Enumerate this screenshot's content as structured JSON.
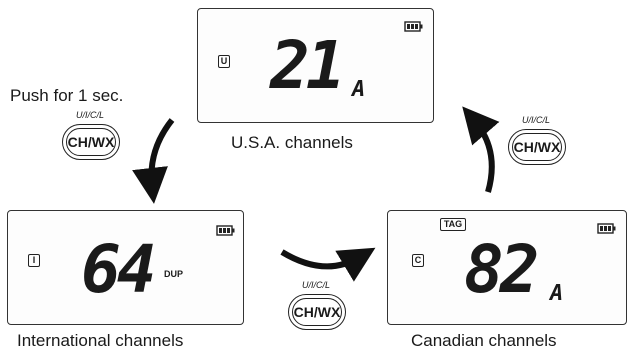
{
  "push_text": "Push for 1 sec.",
  "button": {
    "key_label": "U/I/C/L",
    "label": "CH/WX"
  },
  "usa": {
    "caption": "U.S.A. channels",
    "mode_letter": "U",
    "channel": "21",
    "suffix": "A"
  },
  "international": {
    "caption": "International channels",
    "mode_letter": "I",
    "channel": "64",
    "dup": "DUP"
  },
  "canadian": {
    "caption": "Canadian channels",
    "mode_letter": "C",
    "tag": "TAG",
    "channel": "82",
    "suffix": "A"
  }
}
